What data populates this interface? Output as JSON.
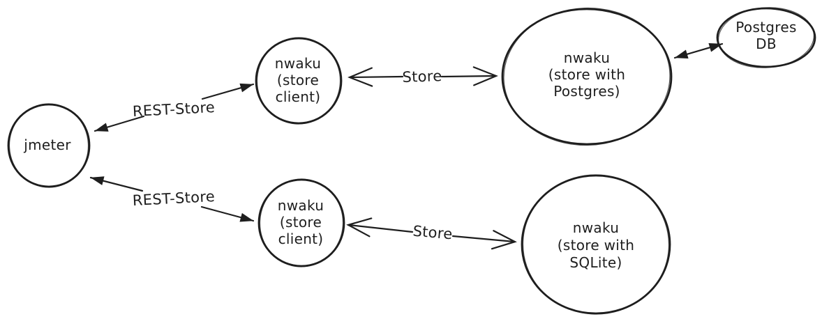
{
  "canvas": {
    "background_color": "#ffffff",
    "stroke_color": "#1e1e1e",
    "style": "hand-drawn whiteboard diagram"
  },
  "nodes": {
    "jmeter": {
      "lines": [
        "jmeter"
      ]
    },
    "store_client_top": {
      "lines": [
        "nwaku",
        "(store",
        "client)"
      ]
    },
    "store_postgres": {
      "lines": [
        "nwaku",
        "(store with",
        "Postgres)"
      ]
    },
    "postgres_db": {
      "lines": [
        "Postgres",
        "DB"
      ]
    },
    "store_client_bottom": {
      "lines": [
        "nwaku",
        "(store",
        "client)"
      ]
    },
    "store_sqlite": {
      "lines": [
        "nwaku",
        "(store with",
        "SQLite)"
      ]
    }
  },
  "edges": {
    "rest_store_top": {
      "label": "REST-Store",
      "arrowheads": "filled-both-ends"
    },
    "rest_store_bottom": {
      "label": "REST-Store",
      "arrowheads": "filled-both-ends"
    },
    "store_top": {
      "label": "Store",
      "arrowheads": "open-both-ends"
    },
    "store_bottom": {
      "label": "Store",
      "arrowheads": "open-both-ends"
    },
    "postgres_link": {
      "label": "",
      "arrowheads": "filled-both-ends"
    }
  }
}
